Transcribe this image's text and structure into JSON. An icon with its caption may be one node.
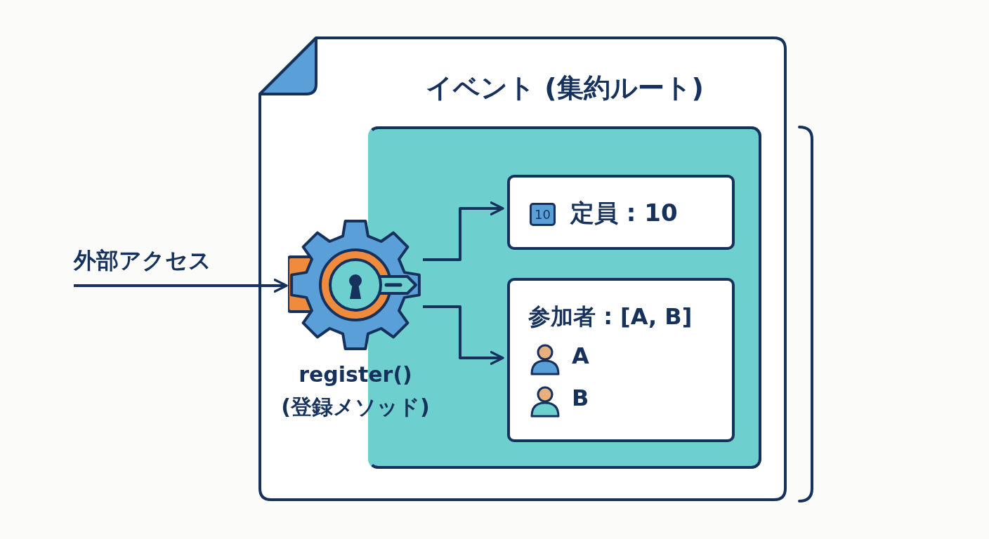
{
  "diagram": {
    "nodes": [
      {
        "text": [
          "イベント (集約ルート)"
        ]
      },
      {
        "text": [],
        "shape": "box",
        "in": 0
      },
      {
        "text": [],
        "shape": "gear",
        "in": 0,
        "beside": [
          "register()",
          "(登録メソッド)"
        ]
      },
      {
        "text": [
          "10",
          "定員 : 10"
        ],
        "in": 1
      },
      {
        "text": [
          "参加者 : [A, B]",
          "A",
          "B"
        ],
        "in": 1
      },
      {
        "text": [
          "外部アクセス"
        ]
      }
    ],
    "edges": [
      {
        "from": 5,
        "to": 2,
        "arrow": "to"
      },
      {
        "from": 2,
        "to": 3,
        "arrow": "to"
      },
      {
        "from": 2,
        "to": 4,
        "arrow": "to"
      }
    ]
  }
}
